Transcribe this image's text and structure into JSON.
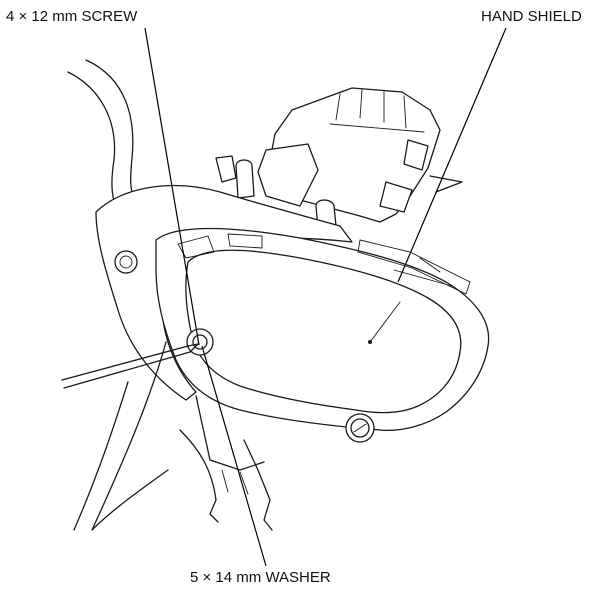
{
  "callouts": {
    "screw": "4 × 12 mm SCREW",
    "hand_shield": "HAND SHIELD",
    "washer": "5 × 14 mm WASHER"
  },
  "colors": {
    "line": "#1a1a1a",
    "background": "#ffffff"
  }
}
